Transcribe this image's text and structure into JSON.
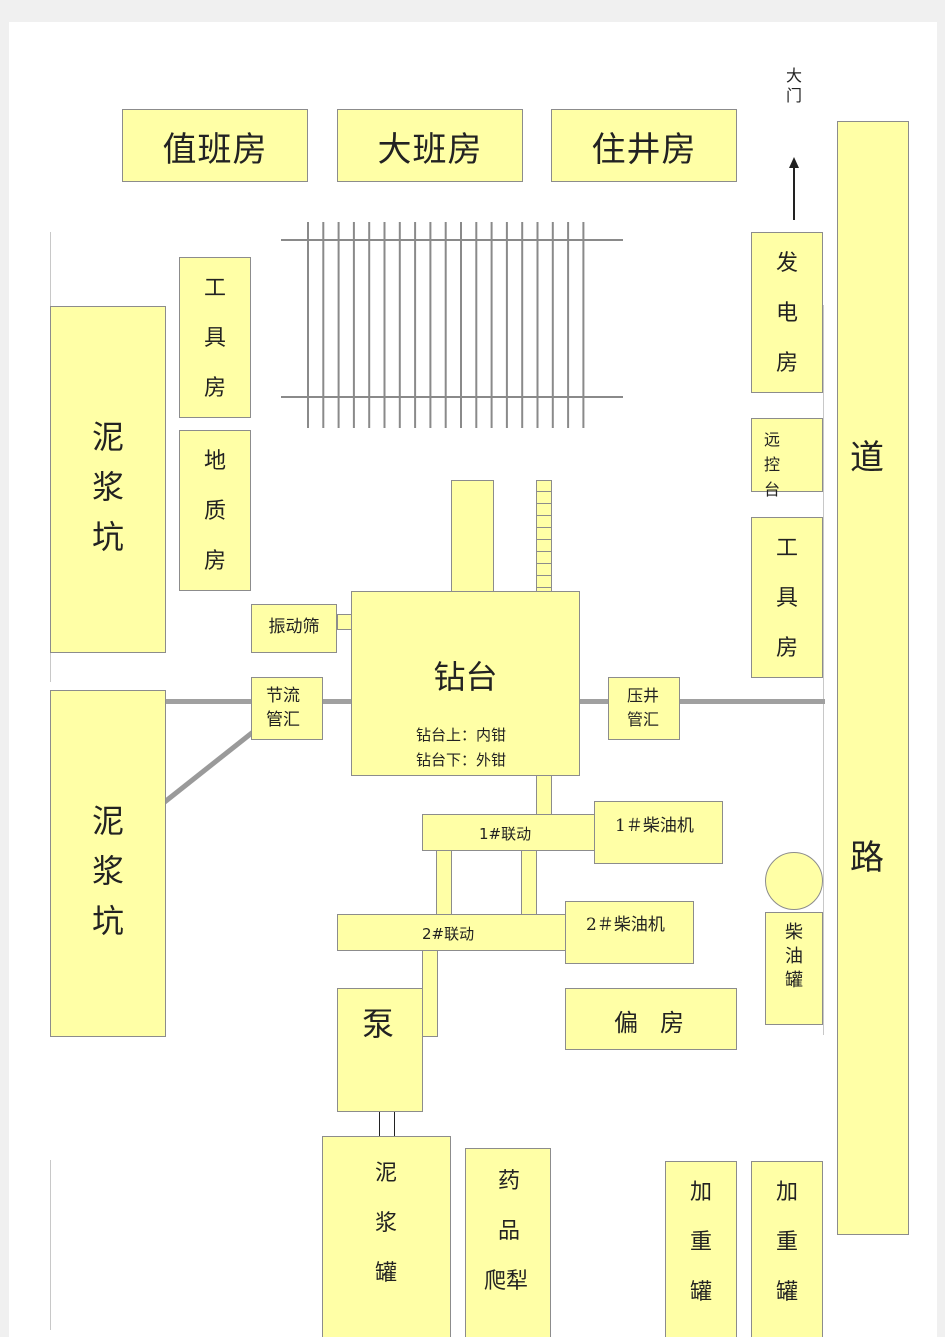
{
  "gate": "大门",
  "road": "道路",
  "rooms": {
    "duty": "值班房",
    "crew": "大班房",
    "well": "住井房",
    "tool_left": "工具房",
    "geology": "地质房",
    "generator": "发电房",
    "remote_console": "远控台",
    "tool_right": "工具房",
    "side_room": "偏房"
  },
  "mud_pit": "泥浆坑",
  "shaker": "振动筛",
  "choke_manifold": "节流管汇",
  "kill_manifold": "压井管汇",
  "rig_floor": {
    "title": "钻台",
    "note1": "钻台上：内钳",
    "note2": "钻台下：外钳"
  },
  "linkage1": "1#联动",
  "linkage2": "2#联动",
  "diesel1": "1＃柴油机",
  "diesel2": "2＃柴油机",
  "diesel_tank": "柴油罐",
  "pump": "泵",
  "mud_tank": "泥浆罐",
  "chemicals": "药品爬犁",
  "weighting_tank_1": "加重罐",
  "weighting_tank_2": "加重罐"
}
